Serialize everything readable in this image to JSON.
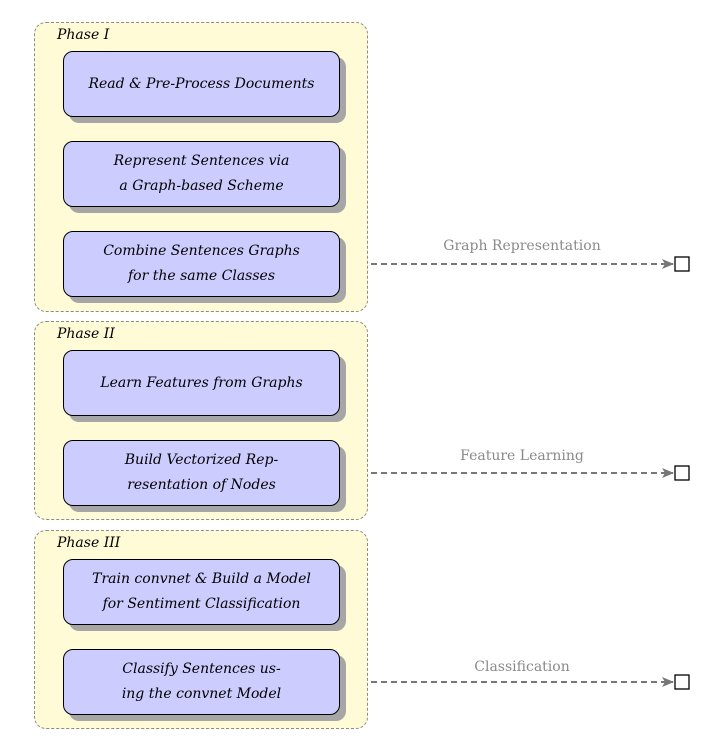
{
  "phases": [
    {
      "title": "Phase I",
      "steps": [
        {
          "lines": [
            "Read & Pre-Process Documents"
          ]
        },
        {
          "lines": [
            "Represent Sentences via",
            "a Graph-based Scheme"
          ]
        },
        {
          "lines": [
            "Combine Sentences Graphs",
            "for the same Classes"
          ]
        }
      ],
      "output_label": "Graph Representation"
    },
    {
      "title": "Phase II",
      "steps": [
        {
          "lines": [
            "Learn Features from Graphs"
          ]
        },
        {
          "lines": [
            "Build Vectorized Rep-",
            "resentation of Nodes"
          ]
        }
      ],
      "output_label": "Feature Learning"
    },
    {
      "title": "Phase III",
      "steps": [
        {
          "lines": [
            "Train convnet & Build a Model",
            "for Sentiment Classification"
          ]
        },
        {
          "lines": [
            "Classify Sentences us-",
            "ing the convnet Model"
          ]
        }
      ],
      "output_label": "Classification"
    }
  ],
  "colors": {
    "phase_fill": "#fffbd6",
    "step_fill": "#ccccff",
    "arrow": "#777777",
    "label": "#8a8a8a"
  }
}
